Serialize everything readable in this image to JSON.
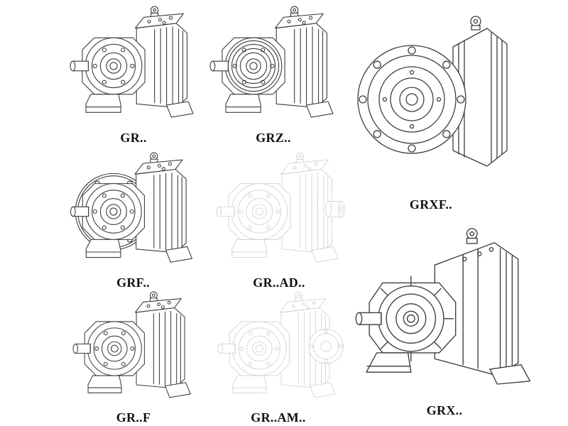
{
  "page": {
    "background": "#ffffff"
  },
  "colors": {
    "line": "#3d3d3d",
    "faded_line": "#c6c6c6",
    "label_text": "#111111"
  },
  "figures": [
    {
      "id": "gr",
      "label": "GR.."
    },
    {
      "id": "grz",
      "label": "GRZ.."
    },
    {
      "id": "grxf",
      "label": "GRXF.."
    },
    {
      "id": "grf",
      "label": "GRF.."
    },
    {
      "id": "gr_ad",
      "label": "GR..AD.."
    },
    {
      "id": "gr_f",
      "label": "GR..F"
    },
    {
      "id": "gr_am",
      "label": "GR..AM.."
    },
    {
      "id": "grx",
      "label": "GRX.."
    }
  ]
}
